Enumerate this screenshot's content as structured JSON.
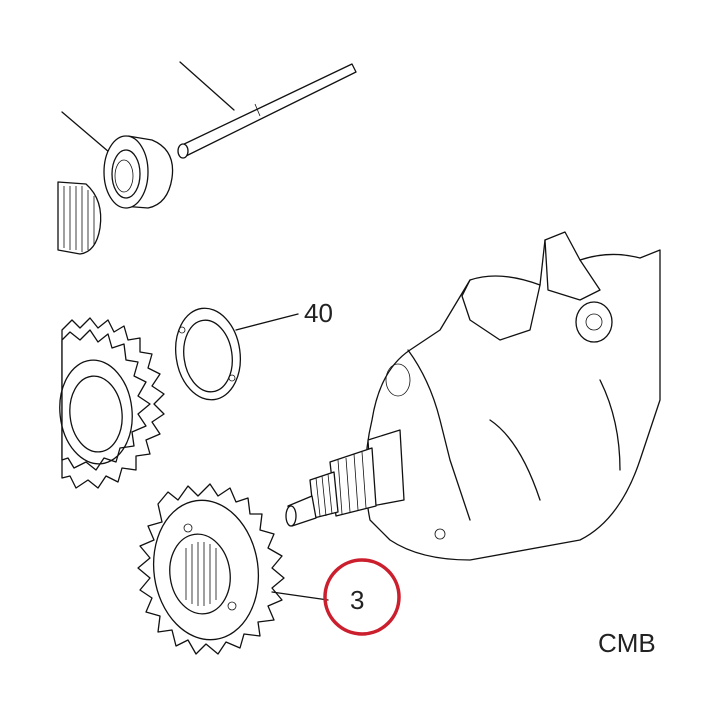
{
  "callouts": [
    {
      "id": "40",
      "label": "40"
    },
    {
      "id": "3",
      "label": "3",
      "highlighted": true
    }
  ],
  "diagram_code": "CMB",
  "colors": {
    "line": "#111111",
    "highlight_ring": "#cc1f2e",
    "background": "#ffffff"
  },
  "parts": [
    "shaft-rod",
    "bushing",
    "needle-bearing",
    "thrust-washer",
    "double-gear",
    "gear",
    "crankshaft"
  ]
}
